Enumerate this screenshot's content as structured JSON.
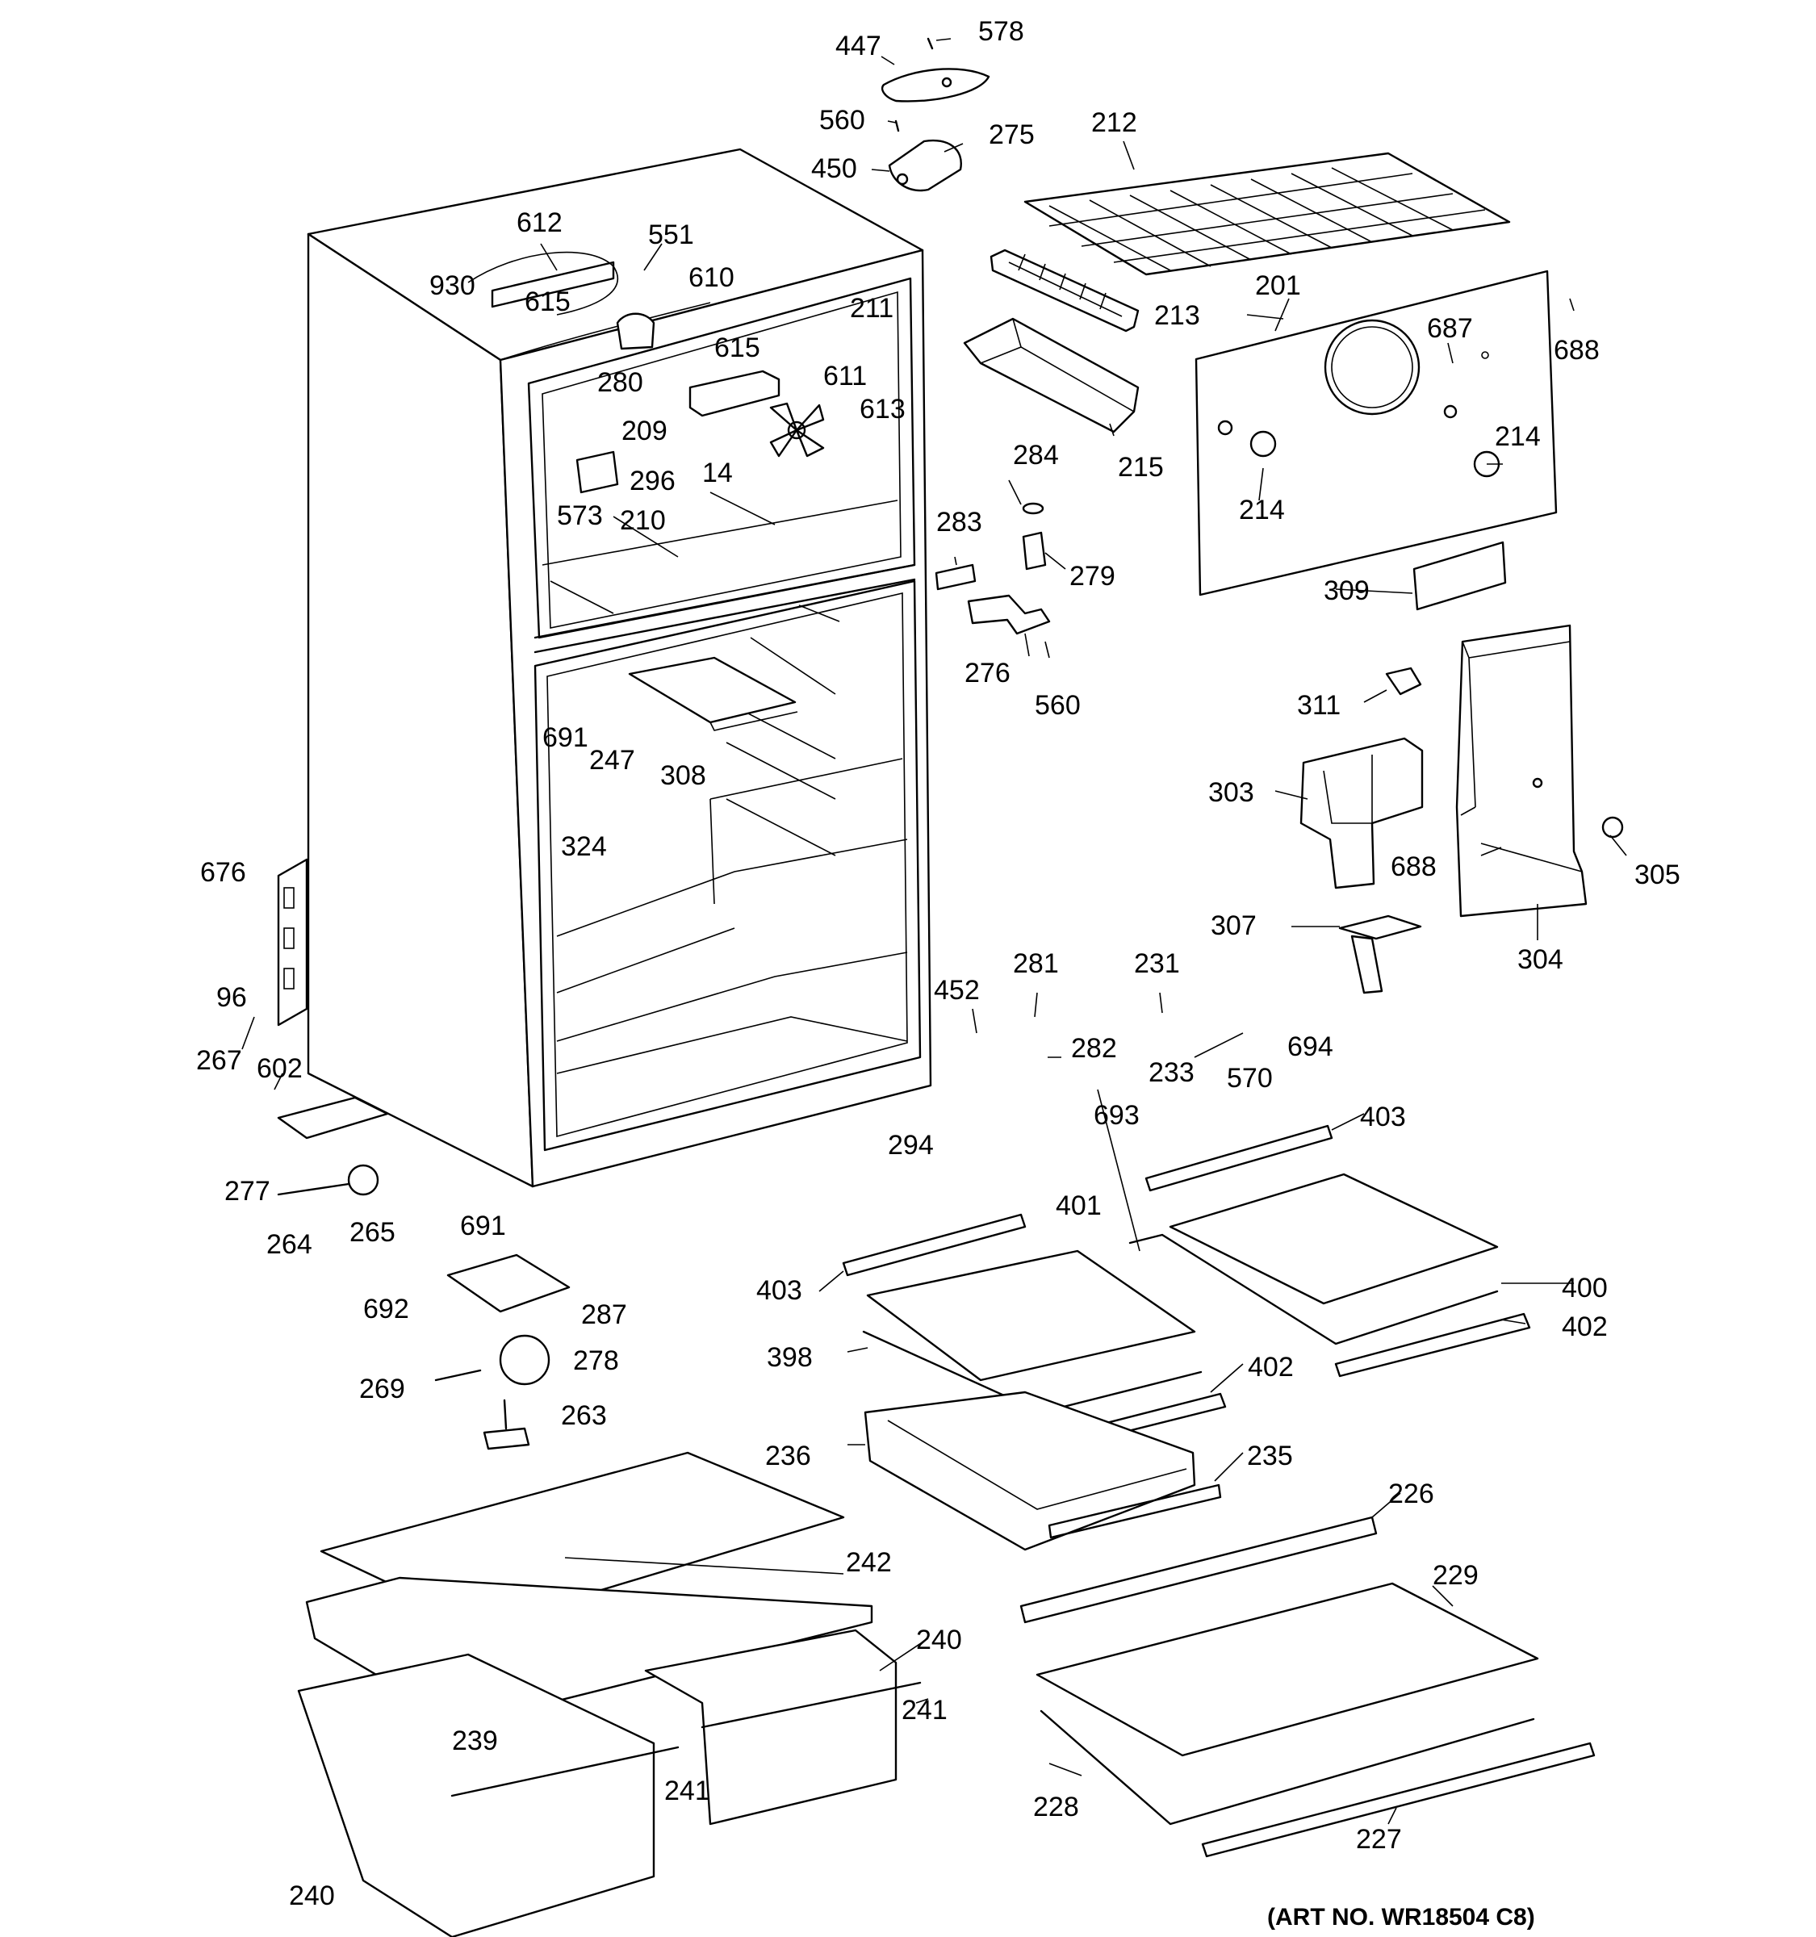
{
  "callouts": [
    {
      "text": "578"
    },
    {
      "text": "447"
    },
    {
      "text": "560"
    },
    {
      "text": "275"
    },
    {
      "text": "450"
    },
    {
      "text": "212"
    },
    {
      "text": "612"
    },
    {
      "text": "551"
    },
    {
      "text": "930"
    },
    {
      "text": "615"
    },
    {
      "text": "610"
    },
    {
      "text": "211"
    },
    {
      "text": "213"
    },
    {
      "text": "201"
    },
    {
      "text": "688"
    },
    {
      "text": "687"
    },
    {
      "text": "615"
    },
    {
      "text": "280"
    },
    {
      "text": "611"
    },
    {
      "text": "613"
    },
    {
      "text": "209"
    },
    {
      "text": "14"
    },
    {
      "text": "296"
    },
    {
      "text": "573"
    },
    {
      "text": "210"
    },
    {
      "text": "215"
    },
    {
      "text": "284"
    },
    {
      "text": "214"
    },
    {
      "text": "214"
    },
    {
      "text": "283"
    },
    {
      "text": "279"
    },
    {
      "text": "309"
    },
    {
      "text": "276"
    },
    {
      "text": "560"
    },
    {
      "text": "311"
    },
    {
      "text": "691"
    },
    {
      "text": "247"
    },
    {
      "text": "308"
    },
    {
      "text": "303"
    },
    {
      "text": "324"
    },
    {
      "text": "688"
    },
    {
      "text": "305"
    },
    {
      "text": "676"
    },
    {
      "text": "96"
    },
    {
      "text": "307"
    },
    {
      "text": "304"
    },
    {
      "text": "452"
    },
    {
      "text": "281"
    },
    {
      "text": "231"
    },
    {
      "text": "267"
    },
    {
      "text": "602"
    },
    {
      "text": "282"
    },
    {
      "text": "694"
    },
    {
      "text": "233"
    },
    {
      "text": "570"
    },
    {
      "text": "693"
    },
    {
      "text": "294"
    },
    {
      "text": "403"
    },
    {
      "text": "277"
    },
    {
      "text": "265"
    },
    {
      "text": "691"
    },
    {
      "text": "264"
    },
    {
      "text": "401"
    },
    {
      "text": "400"
    },
    {
      "text": "403"
    },
    {
      "text": "402"
    },
    {
      "text": "692"
    },
    {
      "text": "287"
    },
    {
      "text": "398"
    },
    {
      "text": "278"
    },
    {
      "text": "402"
    },
    {
      "text": "269"
    },
    {
      "text": "263"
    },
    {
      "text": "236"
    },
    {
      "text": "235"
    },
    {
      "text": "226"
    },
    {
      "text": "242"
    },
    {
      "text": "229"
    },
    {
      "text": "240"
    },
    {
      "text": "241"
    },
    {
      "text": "239"
    },
    {
      "text": "241"
    },
    {
      "text": "228"
    },
    {
      "text": "227"
    },
    {
      "text": "240"
    }
  ],
  "art_number": "(ART NO. WR18504 C8)"
}
